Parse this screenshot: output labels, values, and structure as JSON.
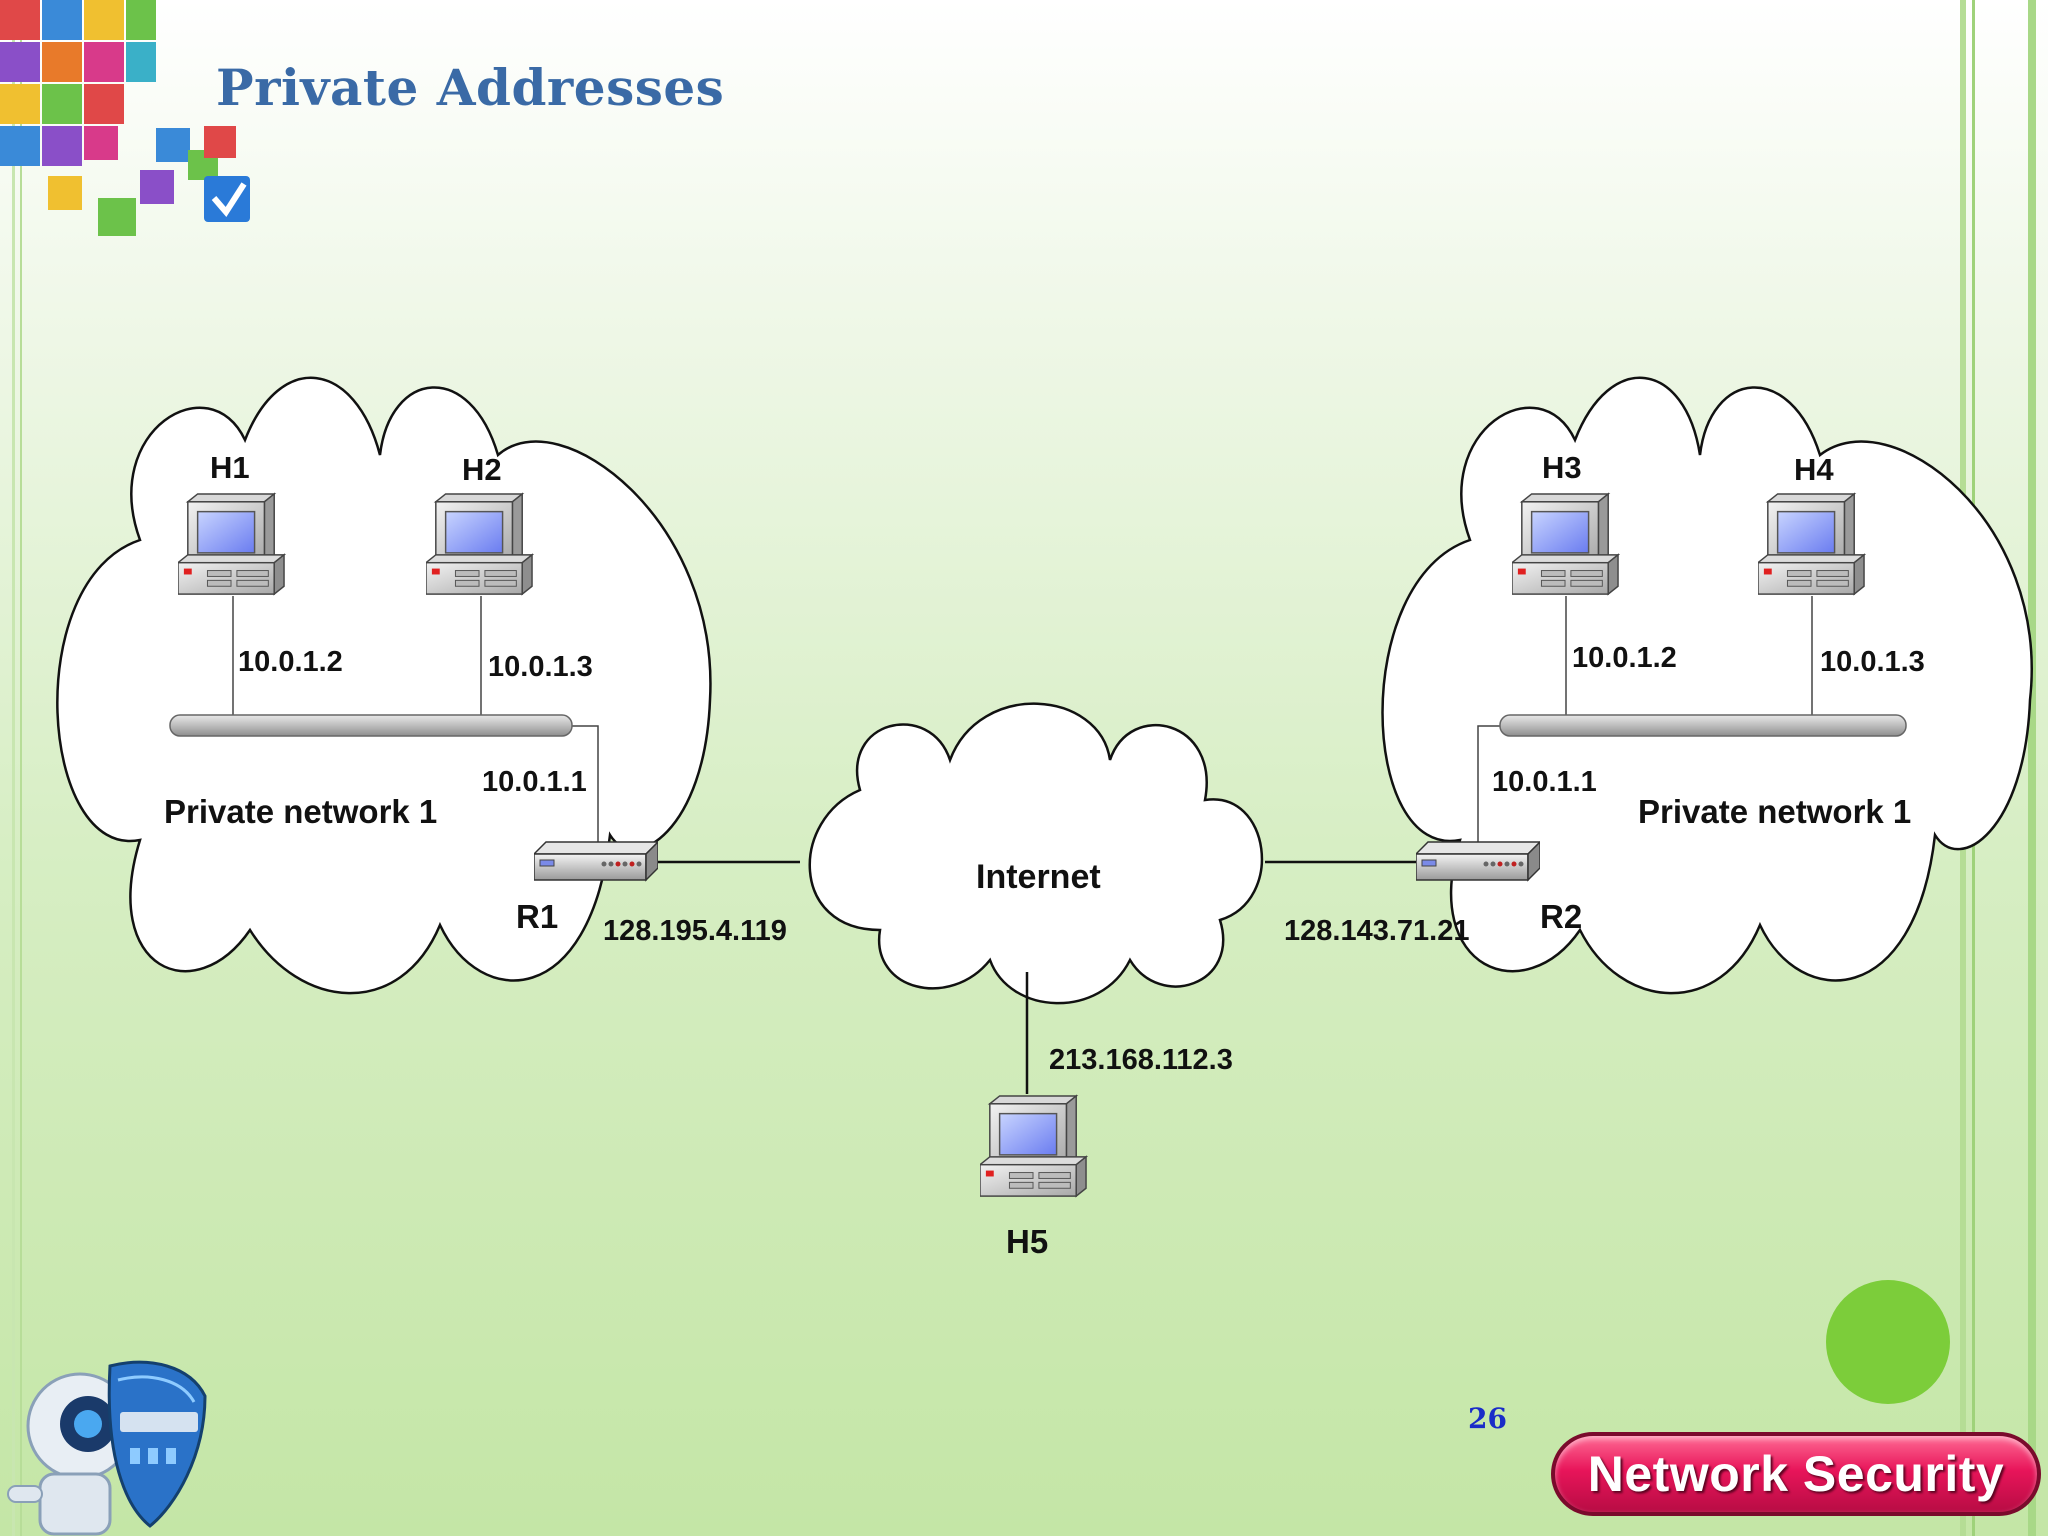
{
  "slide": {
    "title": "Private Addresses",
    "page_number": "26",
    "footer_label": "Network Security"
  },
  "diagram": {
    "left_cloud": {
      "name": "Private network 1",
      "hosts": [
        {
          "name": "H1",
          "ip": "10.0.1.2"
        },
        {
          "name": "H2",
          "ip": "10.0.1.3"
        }
      ],
      "router": {
        "name": "R1",
        "inside_ip": "10.0.1.1",
        "outside_ip": "128.195.4.119"
      }
    },
    "right_cloud": {
      "name": "Private network 1",
      "hosts": [
        {
          "name": "H3",
          "ip": "10.0.1.2"
        },
        {
          "name": "H4",
          "ip": "10.0.1.3"
        }
      ],
      "router": {
        "name": "R2",
        "inside_ip": "10.0.1.1",
        "outside_ip": "128.143.71.21"
      }
    },
    "internet": {
      "name": "Internet"
    },
    "external_host": {
      "name": "H5",
      "ip": "213.168.112.3"
    }
  },
  "colors": {
    "title": "#3a6aa6",
    "page_number": "#1a2cc8",
    "badge": "#e8155a",
    "accent_dot": "#7ccd3a"
  }
}
